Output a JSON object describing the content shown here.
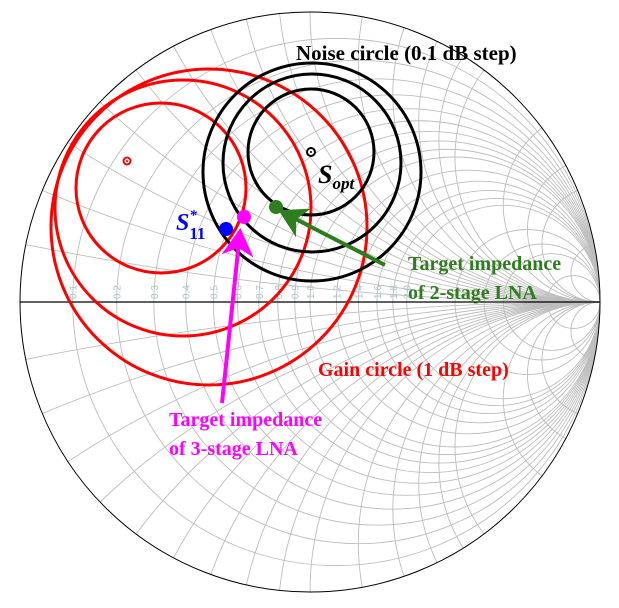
{
  "title": "Noise circle (0.1 dB step)",
  "gain_label": "Gain circle (1 dB step)",
  "sopt": {
    "base": "S",
    "sub": "opt"
  },
  "s11": {
    "base": "S",
    "sup": "*",
    "sub": "11"
  },
  "target2": {
    "line1": "Target impedance",
    "line2": "of 2-stage LNA"
  },
  "target3": {
    "line1": "Target impedance",
    "line2": "of 3-stage LNA"
  },
  "colors": {
    "noise": "#000000",
    "gain": "#ff0000",
    "s11": "#0000ff",
    "target2": "#2e7d1e",
    "target3": "#ff00ff",
    "grid": "#bdbdbd",
    "tick": "#a8c4c8"
  },
  "grid": {
    "resistances": [
      0.1,
      0.2,
      0.3,
      0.4,
      0.5,
      0.6,
      0.7,
      0.8,
      0.9,
      1.0,
      1.2,
      1.4,
      1.6,
      1.8,
      2.0,
      3.0,
      4.0,
      5.0,
      10.0
    ],
    "reactances": [
      0.1,
      0.2,
      0.3,
      0.4,
      0.5,
      0.6,
      0.7,
      0.8,
      0.9,
      1.0,
      1.2,
      1.4,
      1.6,
      1.8,
      2.0,
      3.0,
      4.0,
      5.0,
      10.0
    ],
    "axis_labels": [
      "0.1",
      "0.2",
      "0.3",
      "0.4",
      "0.5",
      "0.6",
      "0.7",
      "0.8",
      "0.9",
      "1.0",
      "1.2",
      "1.4",
      "1.6",
      "1.8",
      "2.0"
    ]
  }
}
